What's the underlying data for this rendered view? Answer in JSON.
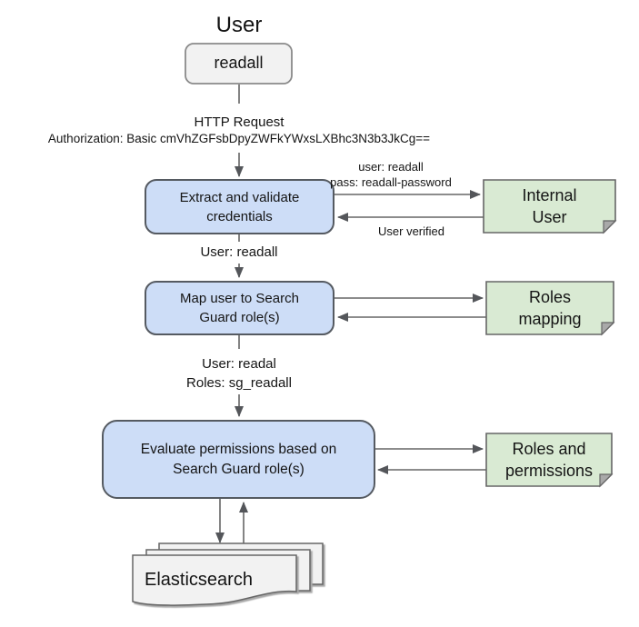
{
  "title": "User",
  "colors": {
    "process_fill": "#cdddf7",
    "process_stroke": "#555a61",
    "artifact_fill": "#d9ead3",
    "artifact_stroke": "#666666",
    "terminal_fill": "#f2f2f2",
    "document_fill": "#f2f2f2",
    "fold_fill": "#a9a9a9",
    "connector": "#666666",
    "arrowhead": "#54565a",
    "text": "#141414"
  },
  "nodes": {
    "user_credential": {
      "label": "readall"
    },
    "http_request": {
      "line1": "HTTP Request",
      "line2": "Authorization: Basic cmVhZGFsbDpyZWFkYWxsLXBhc3N3b3JkCg=="
    },
    "extract": {
      "label": "Extract and validate\ncredentials"
    },
    "internal_user": {
      "label": "Internal\nUser"
    },
    "map_roles": {
      "label": "Map user to Search\nGuard role(s)"
    },
    "roles_mapping": {
      "label": "Roles\nmapping"
    },
    "evaluate": {
      "label": "Evaluate permissions based on\nSearch Guard role(s)"
    },
    "roles_permissions": {
      "label": "Roles and\npermissions"
    },
    "elasticsearch": {
      "label": "Elasticsearch"
    }
  },
  "edge_labels": {
    "credentials_out": "user: readall\npass: readall-password",
    "credentials_back": "User verified",
    "after_extract": "User: readall",
    "after_map": "User: readal\nRoles: sg_readall"
  }
}
